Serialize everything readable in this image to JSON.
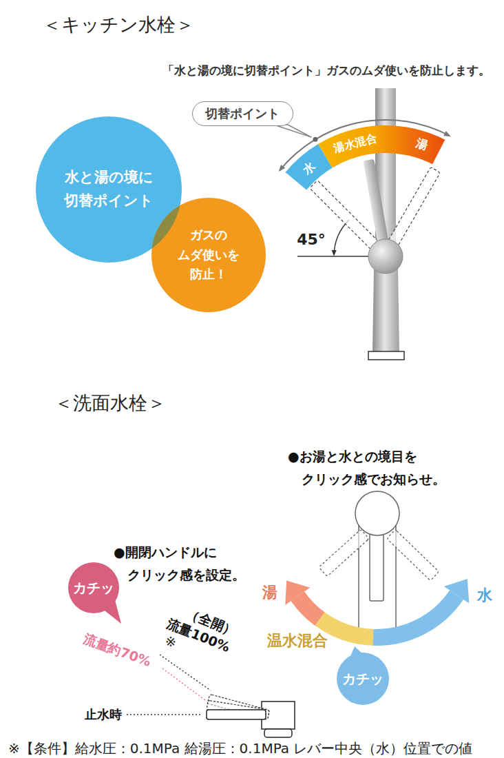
{
  "diagram": {
    "caption": "※【条件】給水圧：0.1MPa 給湯圧：0.1MPa レバー中央（水）位置での値",
    "nodes": [
      {
        "text": [
          "切替ポイント"
        ]
      },
      {
        "text": [
          "水と湯の境に 切替ポイント"
        ]
      },
      {
        "text": [
          "ガスの ムダ使いを 防止！"
        ]
      },
      {
        "text": [
          "カチッ"
        ]
      },
      {
        "text": [
          "カチッ"
        ]
      }
    ],
    "labels": [
      "＜キッチン水栓＞",
      "「水と湯の境に切替ポイント」ガスのムダ使いを防止します。",
      "水",
      "湯水混合",
      "湯",
      "45°",
      "＜洗面水栓＞",
      "●お湯と水との境目を クリック感でお知らせ。",
      "●開閉ハンドルに クリック感を設定。",
      "湯",
      "温水混合",
      "水",
      "（全開） 流量100%",
      "※",
      "流量約70%",
      "止水時"
    ]
  }
}
